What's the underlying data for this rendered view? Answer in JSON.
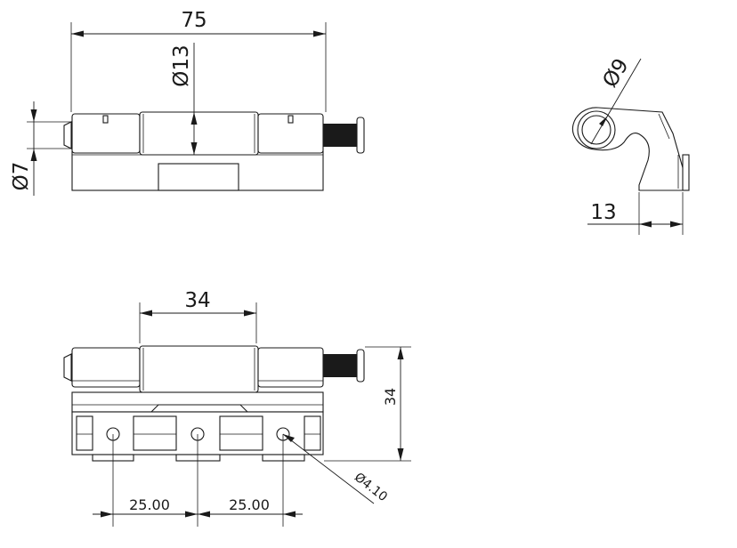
{
  "front_view": {
    "overall_length": "75",
    "knuckle_diameter": "Ø13",
    "pin_diameter": "Ø7"
  },
  "side_view": {
    "pin_hole_diameter": "Ø9",
    "leaf_width": "13"
  },
  "top_view": {
    "knuckle_length": "34",
    "leaf_height": "34",
    "hole_spacing_1": "25.00",
    "hole_spacing_2": "25.00",
    "hole_diameter": "Ø4.10"
  },
  "colors": {
    "line": "#1a1a1a",
    "background": "#ffffff"
  }
}
